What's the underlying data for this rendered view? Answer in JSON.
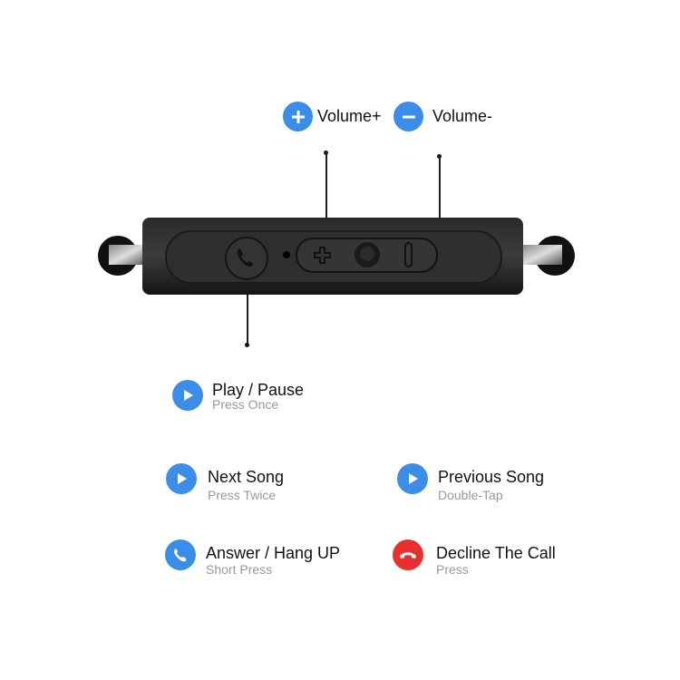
{
  "colors": {
    "accent_blue": "#3b8de8",
    "decline_red": "#e8312e"
  },
  "volume_up": {
    "label": "Volume+",
    "icon": "plus-icon"
  },
  "volume_down": {
    "label": "Volume-",
    "icon": "minus-icon"
  },
  "functions": [
    {
      "title": "Play / Pause",
      "subtitle": "Press Once",
      "icon": "play-icon"
    },
    {
      "title": "Next Song",
      "subtitle": "Press Twice",
      "icon": "play-icon"
    },
    {
      "title": "Previous Song",
      "subtitle": "Double-Tap",
      "icon": "play-icon"
    },
    {
      "title": "Answer / Hang UP",
      "subtitle": "Short Press",
      "icon": "phone-icon"
    },
    {
      "title": "Decline The Call",
      "subtitle": "Press",
      "icon": "hang-up-icon"
    }
  ]
}
